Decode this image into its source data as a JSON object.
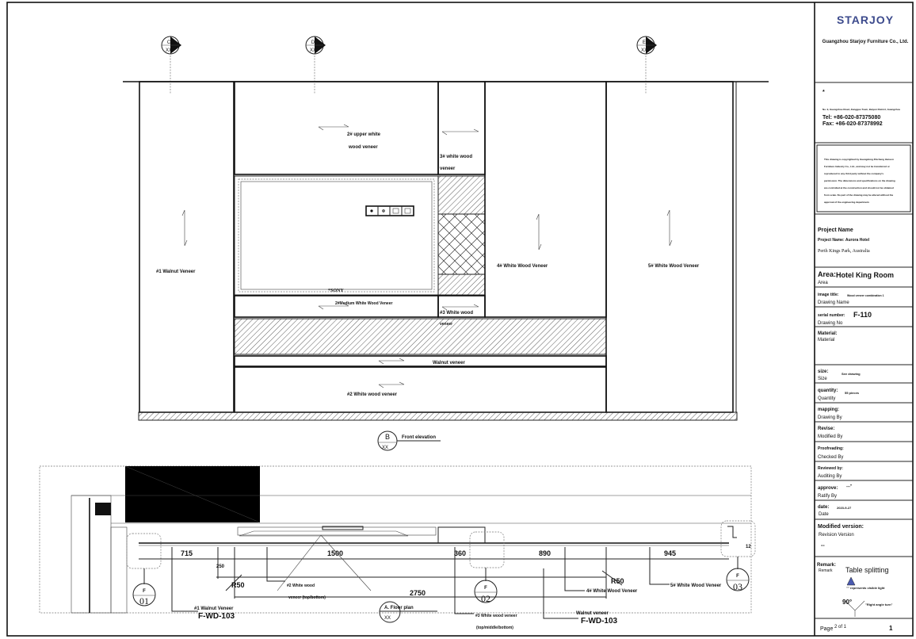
{
  "title_block": {
    "logo": "STARJOY",
    "logo_color": "#3c4a8c",
    "company": "Guangzhou Starjoy Furniture Co., Ltd.",
    "bullet": "*",
    "address": "No. 9, Guangzhou Road, Jianggao Town, Baiyun District, Guangzhou",
    "tel": "Tel: +86-020-87375080",
    "fax": "Fax: +86-020-87378992",
    "copyright_lines": [
      "This drawing is copyrighted by Guangdong Zhicheng Hanson",
      "Furniture Industry Co., Ltd., and may not be transferred or",
      "reproduced to any third party without the company's",
      "permission. The dimensions and specifications on the drawing",
      "are controlled at the construction and should not be obtained",
      "from scale. No part of the drawing may be altered without the",
      "approval of the engineering department."
    ],
    "project_name_label": "Project Name",
    "project_name": "Project Name: Aurora Hotel",
    "project_location": "Perth Kings Park, Australia",
    "area_label": "Area:",
    "area_value": "Hotel King Room",
    "area_sub": "Area",
    "image_title_label": "image title:",
    "image_title_value": "Wood veneer combination 1",
    "image_title_sub": "Drawing Name",
    "serial_label": "serial number:",
    "serial_value": "F-110",
    "serial_sub": "Drawing No",
    "material_label": "Material:",
    "material_sub": "Material",
    "size_label": "size:",
    "size_value": "See drawing",
    "size_sub": "Size",
    "quantity_label": "quantity:",
    "quantity_value": "55 pieces",
    "quantity_sub": "Quantity",
    "mapping_label": "mapping:",
    "mapping_sub": "Drawing By",
    "revise_label": "Revise:",
    "revise_sub": "Modified By",
    "proofreading_label": "Proofreading:",
    "proofreading_sub": "Checked By",
    "reviewed_label": "Reviewed by:",
    "reviewed_sub": "Auditing By",
    "approve_label": "approve:",
    "approve_value": "---\"",
    "approve_sub": "Ratify By",
    "date_label": "date:",
    "date_value": "2023-9-27",
    "date_sub": "Date",
    "modified_label": "Modified version:",
    "modified_sub": "Revision Version",
    "modified_value": "--",
    "remark_label": "Remark:",
    "remark_sub": "Remark",
    "table_splitting": "Table splitting",
    "visible_light": "\"\" represents visible light",
    "angle": "90°",
    "right_angle": "\"Right angle turn\"",
    "page_label": "Page",
    "page_value": "2 of 1",
    "page_number": "1"
  },
  "elevation": {
    "markers": [
      {
        "letter": "C",
        "ref": "XX"
      },
      {
        "letter": "D",
        "ref": "XX"
      },
      {
        "letter": "E",
        "ref": "XX"
      }
    ],
    "labels": {
      "upper_white_1": "2# upper white",
      "upper_white_2": "wood veneer",
      "white3_1": "3# white wood",
      "white3_2": "veneer",
      "walnut1": "#1 Walnut Veneer",
      "white4": "4# White Wood Veneer",
      "white5": "5# White Wood Veneer",
      "sony": "*SONY",
      "medium": "2#Medium White Wood Veneer",
      "small3_1": "#3 White wood",
      "small3_2": "veneer",
      "walnut_strip": "Walnut veneer",
      "lower_white": "#2 White wood veneer"
    },
    "title_marker": {
      "letter": "B",
      "ref": "XX",
      "title": "Front elevation"
    }
  },
  "plan": {
    "dims": {
      "d715": "715",
      "d250": "250",
      "d1500": "1500",
      "d2750": "2750",
      "d360": "360",
      "d890": "890",
      "d945": "945",
      "r50a": "R50",
      "r50b": "R50",
      "d12": "12"
    },
    "labels": {
      "white2_1": "#2 White wood",
      "white2_2": "veneer (top/bottom)",
      "walnut1": "#1 Walnut Veneer",
      "code1": "F-WD-103",
      "white3_1": "#3 White wood veneer",
      "white3_2": "(top/middle/bottom)",
      "walnut": "Walnut veneer",
      "code2": "F-WD-103",
      "white4": "4# White Wood Veneer",
      "white5": "5# White Wood Veneer"
    },
    "details": [
      {
        "letter": "F",
        "num": "01"
      },
      {
        "letter": "F",
        "num": "02"
      },
      {
        "letter": "F",
        "num": "03"
      }
    ],
    "title_marker": {
      "title": "A. Floor plan",
      "ref": "XX"
    }
  }
}
